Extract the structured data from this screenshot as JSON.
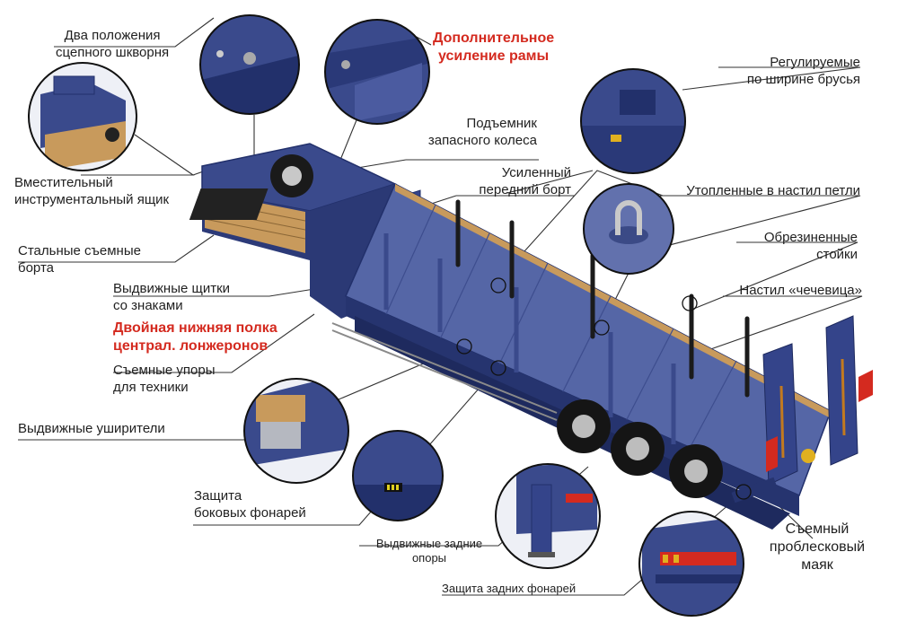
{
  "labels": {
    "kingpin": [
      "Два положения",
      "сцепного шкворня"
    ],
    "frame_reinforcement": [
      "Дополнительное",
      "усиление рамы"
    ],
    "spare_wheel_lift": [
      "Подъемник",
      "запасного колеса"
    ],
    "toolbox": [
      "Вместительный",
      "инструментальный ящик"
    ],
    "front_board": [
      "Усиленный",
      "передний борт"
    ],
    "steel_sides": [
      "Стальные съемные",
      "борта"
    ],
    "sign_shields": [
      "Выдвижные щитки",
      "со знаками"
    ],
    "double_flange": [
      "Двойная нижняя полка",
      "централ. лонжеронов"
    ],
    "removable_stops": [
      "Съемные упоры",
      "для техники"
    ],
    "extenders": [
      "Выдвижные уширители"
    ],
    "side_lights": [
      "Защита",
      "боковых фонарей"
    ],
    "rear_supports": [
      "Выдвижные задние",
      "опоры"
    ],
    "rear_lights": [
      "Защита задних фонарей"
    ],
    "beacon": [
      "Съемный",
      "проблесковый",
      "маяк"
    ],
    "adjustable_beams": [
      "Регулируемые",
      "по ширине брусья"
    ],
    "recessed_loops": [
      "Утопленные в настил петли"
    ],
    "rubber_posts": [
      "Обрезиненные",
      "стойки"
    ],
    "lentil_deck": [
      "Настил «чечевица»"
    ]
  },
  "colors": {
    "trailer_blue": "#3a4a8c",
    "trailer_dark": "#22306b",
    "deck_wood": "#c89a5c",
    "accent_red": "#d42a1f",
    "text": "#1f1f1f"
  }
}
